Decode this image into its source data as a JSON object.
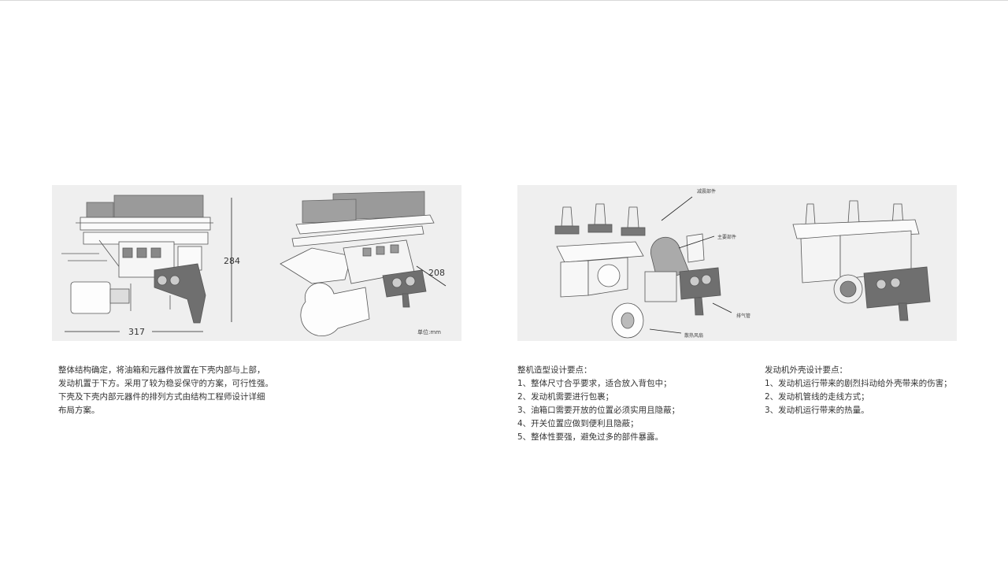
{
  "left_panel": {
    "dim_height": "284",
    "dim_width": "317",
    "dim_depth": "208",
    "unit_label": "单位:mm"
  },
  "right_panel": {
    "callouts": {
      "damping": "减震部件",
      "main": "主要部件",
      "exhaust": "排气管",
      "fan": "散热风扇"
    }
  },
  "description": [
    "整体结构确定，将油箱和元器件放置在下壳内部与上部，",
    "发动机置于下方。采用了较为稳妥保守的方案，可行性强。",
    "下壳及下壳内部元器件的排列方式由结构工程师设计详细",
    "布局方案。"
  ],
  "design_points": {
    "title": "整机造型设计要点：",
    "items": [
      "1、整体尺寸合乎要求，适合放入背包中；",
      "2、发动机需要进行包裹；",
      "3、油箱口需要开放的位置必须实用且隐蔽；",
      "4、开关位置应做到便利且隐蔽；",
      "5、整体性要强，避免过多的部件暴露。"
    ]
  },
  "shell_points": {
    "title": "发动机外壳设计要点：",
    "items": [
      "1、发动机运行带来的剧烈抖动给外壳带来的伤害；",
      "2、发动机管线的走线方式；",
      "3、发动机运行带来的热量。"
    ]
  }
}
